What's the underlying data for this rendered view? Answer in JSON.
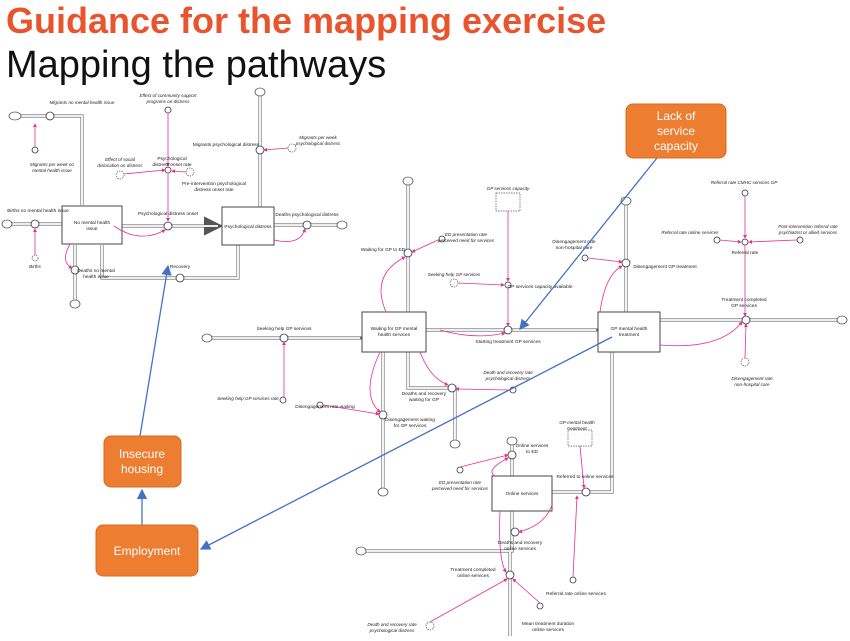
{
  "header": {
    "title": "Guidance for the mapping exercise",
    "subtitle": "Mapping the pathways"
  },
  "callouts": {
    "lack_capacity": [
      "Lack of",
      "service",
      "capacity"
    ],
    "insecure_housing": [
      "Insecure",
      "housing"
    ],
    "employment": [
      "Employment"
    ]
  },
  "stocks": {
    "no_mh_issue": [
      "No mental health",
      "issue"
    ],
    "psych_distress": [
      "Psychological distress"
    ],
    "waiting_gp": [
      "Waiting for GP mental",
      "health services"
    ],
    "gp_mh_treatment": [
      "GP mental health",
      "treatment"
    ],
    "online_services": [
      "Online services"
    ]
  },
  "labels": {
    "migrants_no_mh": "Migrants no mental health issue",
    "migrants_per_week": [
      "Migrants per week no",
      "mental health issue"
    ],
    "effect_community": [
      "Effect of community support",
      "programs on distress"
    ],
    "effect_social": [
      "Effect of social",
      "dislocation on distress"
    ],
    "psych_onset_rate": [
      "Psychological",
      "distress onset rate"
    ],
    "pre_intervention": [
      "Pre-intervention psychological",
      "distress onset rate"
    ],
    "migrants_psych": "Migrants psychological distress",
    "migrants_per_week_psych": [
      "Migrants per week",
      "psychological distress"
    ],
    "births_no_mh": "Births no mental health issue",
    "births": "Births",
    "psych_onset": "Psychological distress onset",
    "deaths_psych": "Deaths psychological distress",
    "deaths_no_mh": [
      "Deaths no mental",
      "health issue"
    ],
    "recovery": "Recovery",
    "gp_capacity": "GP services capacity",
    "ed_presentation": [
      "ED presentation rate",
      "perceived need for services"
    ],
    "waiting_ed": "Waiting for GP to ED",
    "seeking_gp": "Seeking help GP services",
    "capacity_available": "GP services capacity available",
    "disengagement_rate_nonhospital": [
      "Disengagement rate",
      "non-hospital care"
    ],
    "disengagement_gp": "Disengagement GP treatment",
    "referral_cmhc": "Referral rate CMHC services GP",
    "referral_online": "Referral rate online services",
    "post_intervention": [
      "Post-intervention referral rate",
      "psychiatrist or allied services"
    ],
    "referral_rate": "Referral rate",
    "treatment_completed_gp": [
      "Treatment completed",
      "GP services"
    ],
    "seeking_gp_left": "Seeking help GP services",
    "seeking_gp_rate": "Seeking help GP services rate",
    "starting_treatment": "Starting treatment GP services",
    "death_recovery_rate": [
      "Death and recovery rate",
      "psychological distress"
    ],
    "deaths_recovery_waiting": [
      "Deaths and recovery",
      "waiting for GP"
    ],
    "disengagement_rate_waiting": "Disengagement rate waiting",
    "disengagement_waiting": [
      "Disengagement waiting",
      "for GP services"
    ],
    "disengagement_rate_nh2": [
      "Disengagement rate",
      "non-hospital care"
    ],
    "gp_mh_treatment_aux": [
      "GP mental health",
      "treatment"
    ],
    "online_to_ed": [
      "Online services",
      "to ED"
    ],
    "ed_presentation2": [
      "ED presentation rate",
      "perceived need for services"
    ],
    "referred_online": "Referred to online services",
    "deaths_recovery_online": [
      "Deaths and recovery",
      "online services"
    ],
    "treatment_completed_online": [
      "Treatment completed",
      "online services"
    ],
    "referral_rate_online": "Referral rate online services",
    "death_recovery_rate2": [
      "Death and recovery rate",
      "psychological distress"
    ],
    "mean_duration": [
      "Mean treatment duration",
      "online services"
    ]
  }
}
